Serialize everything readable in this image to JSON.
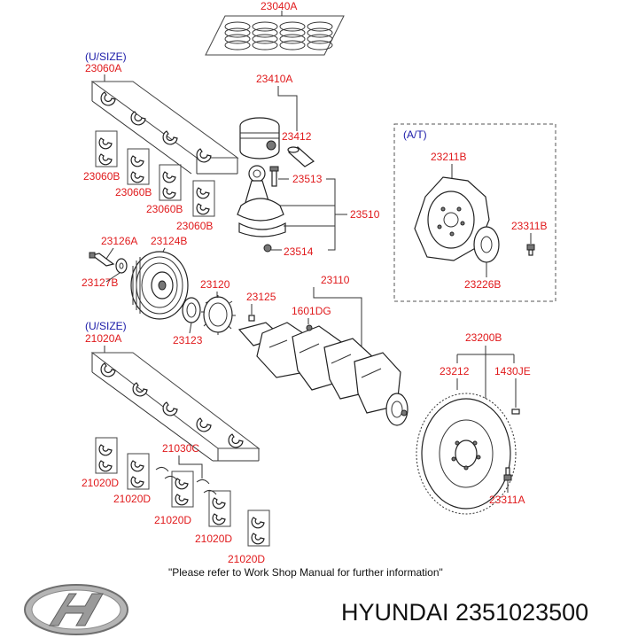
{
  "labels": {
    "rings": "23040A",
    "usize_top": "(U/SIZE)",
    "bearing_upper_set": "23060A",
    "piston_assy": "23410A",
    "piston_pin": "23412",
    "rod_bolt": "23513",
    "conrod": "23510",
    "rod_nut": "23514",
    "bearing_b1": "23060B",
    "bearing_b2": "23060B",
    "bearing_b3": "23060B",
    "bearing_b4": "23060B",
    "at_box": "(A/T)",
    "drive_plate": "23211B",
    "dp_bolt": "23311B",
    "dp_adapter": "23226B",
    "damper_bolt": "23126A",
    "damper_pulley": "23124B",
    "washer": "23127B",
    "sprocket": "23120",
    "key": "23125",
    "spacer": "23123",
    "crankshaft": "23110",
    "plug": "1601DG",
    "usize_bottom": "(U/SIZE)",
    "main_bearing_set": "21020A",
    "flywheel_assy": "23200B",
    "ring_gear": "23212",
    "dowel_pin": "1430JE",
    "thrust_washer": "21030C",
    "mb_d1": "21020D",
    "mb_d2": "21020D",
    "mb_d3": "21020D",
    "mb_d4": "21020D",
    "mb_d5": "21020D",
    "fw_bolt": "23311A"
  },
  "note": "\"Please refer to Work Shop Manual for further information\"",
  "brand_caption": "HYUNDAI 2351023500",
  "logo_icon": "hyundai-logo-icon",
  "colors": {
    "label_red": "#e0191b",
    "label_blue": "#1a1aa8",
    "line_dark": "#333333"
  }
}
